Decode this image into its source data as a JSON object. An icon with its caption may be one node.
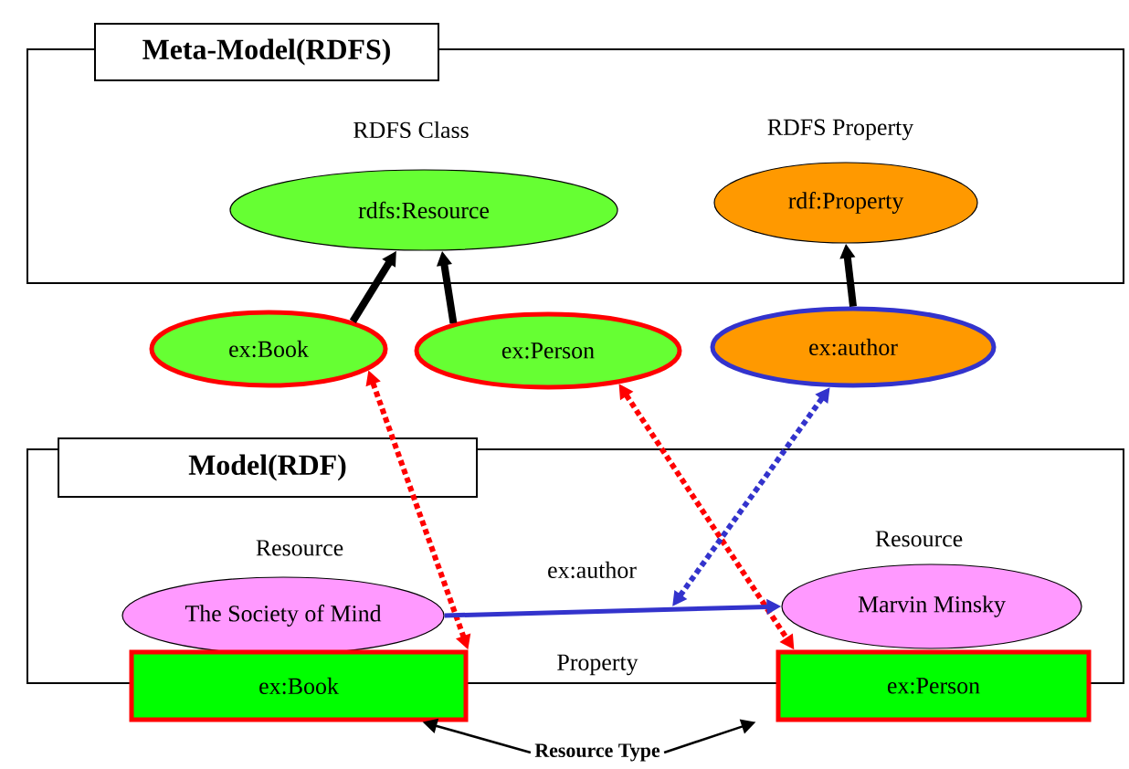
{
  "diagram": {
    "nodes": [
      {
        "text": [
          "Meta-Model(RDFS)"
        ]
      },
      {
        "text": [
          "rdfs:Resource"
        ],
        "beside": [
          "RDFS Class"
        ],
        "in": 0
      },
      {
        "text": [
          "rdf:Property"
        ],
        "beside": [
          "RDFS Property"
        ],
        "in": 0
      },
      {
        "text": [
          "ex:Book"
        ]
      },
      {
        "text": [
          "ex:Person"
        ]
      },
      {
        "text": [
          "ex:author"
        ]
      },
      {
        "text": [
          "Model(RDF)"
        ]
      },
      {
        "text": [
          "The Society of Mind"
        ],
        "beside": [
          "Resource"
        ],
        "in": 6
      },
      {
        "text": [
          "Marvin Minsky"
        ],
        "beside": [
          "Resource"
        ],
        "in": 6
      },
      {
        "text": [
          "ex:Book"
        ]
      },
      {
        "text": [
          "ex:Person"
        ]
      },
      {
        "text": [
          "Resource Type"
        ]
      }
    ],
    "edges": [
      {
        "from": 3,
        "to": 1,
        "arrow": "to"
      },
      {
        "from": 4,
        "to": 1,
        "arrow": "to"
      },
      {
        "from": 5,
        "to": 2,
        "arrow": "to"
      },
      {
        "from": 3,
        "to": 9,
        "arrow": "both",
        "style": "dashed",
        "color": "#ff0000"
      },
      {
        "from": 4,
        "to": 10,
        "arrow": "both",
        "style": "dashed",
        "color": "#ff0000"
      },
      {
        "from": 5,
        "to": null,
        "arrow": "both",
        "style": "dashed",
        "color": "#3333cc"
      },
      {
        "from": 7,
        "to": 8,
        "arrow": "to",
        "label": "ex:author",
        "color": "#3333cc"
      },
      {
        "from": 11,
        "to": 9,
        "arrow": "to"
      },
      {
        "from": 11,
        "to": 10,
        "arrow": "to"
      }
    ],
    "labels": [
      "Property"
    ]
  }
}
